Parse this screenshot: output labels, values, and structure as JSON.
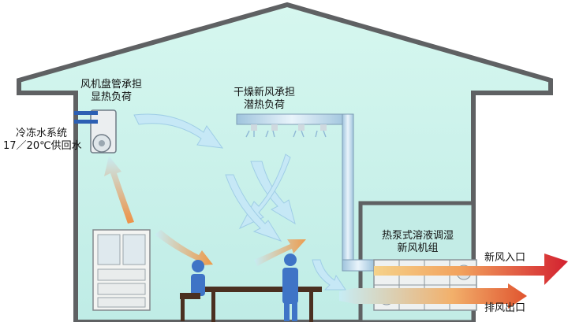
{
  "labels": {
    "fancoil_line1": "风机盘管承担",
    "fancoil_line2": "显热负荷",
    "chilled_line1": "冷冻水系统",
    "chilled_line2": "17／20℃供回水",
    "dryair_line1": "干燥新风承担",
    "dryair_line2": "潜热负荷",
    "unit_line1": "热泵式溶液调湿",
    "unit_line2": "新风机组",
    "fresh_inlet": "新风入口",
    "exhaust_outlet": "排风出口"
  },
  "colors": {
    "house_fill": "#c9f1ea",
    "house_stroke": "#5f6163",
    "warm_arrow": "#f29f55",
    "cool_arrow": "#bfe3f3",
    "fresh_air_arrow": "#d7263d",
    "figure_blue": "#3f74c6"
  }
}
